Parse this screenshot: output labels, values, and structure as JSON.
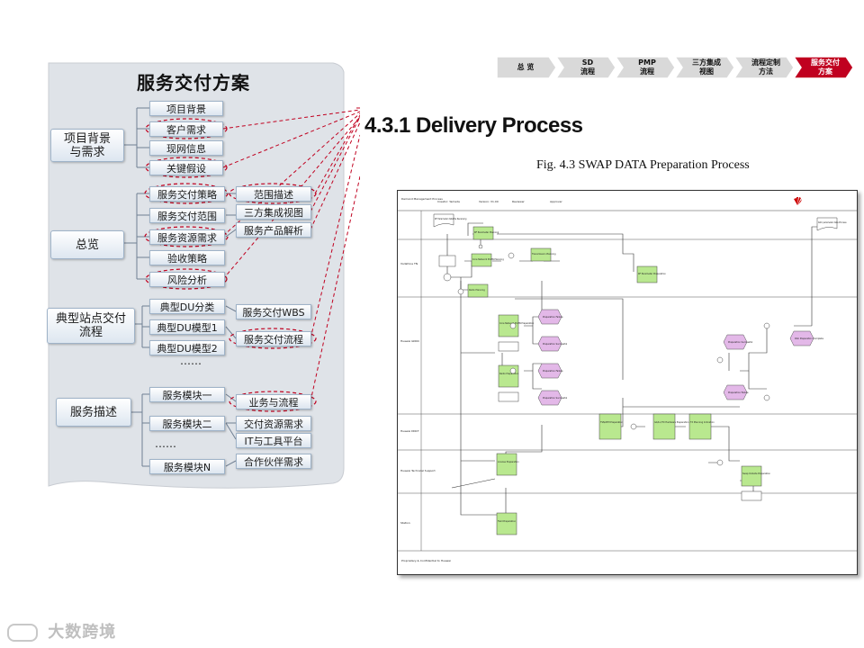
{
  "nav": {
    "tabs": [
      {
        "label": "总 览"
      },
      {
        "label": "SD\n流程"
      },
      {
        "label": "PMP\n流程"
      },
      {
        "label": "三方集成\n视图"
      },
      {
        "label": "流程定制\n方法"
      },
      {
        "label": "服务交付\n方案"
      }
    ],
    "active_index": 5,
    "colors": {
      "tab": "#d9d9d9",
      "active": "#c0001f"
    }
  },
  "panel": {
    "title": "服务交付方案",
    "groups": [
      {
        "label": "项目背景\n与需求",
        "items": [
          "项目背景",
          "客户需求",
          "现网信息",
          "关键假设"
        ]
      },
      {
        "label": "总览",
        "items": [
          "服务交付策略",
          "服务交付范围",
          "服务资源需求",
          "验收策略",
          "风险分析"
        ]
      },
      {
        "label": "典型站点交付\n流程",
        "items": [
          "典型DU分类",
          "典型DU模型1",
          "典型DU模型2"
        ],
        "more": "……"
      },
      {
        "label": "服务描述",
        "items": [
          "服务模块一",
          "服务模块二",
          "服务模块N"
        ],
        "more": "……"
      }
    ],
    "right_items": [
      "范围描述",
      "三方集成视图",
      "服务产品解析",
      "服务交付WBS",
      "服务交付流程",
      "业务与流程",
      "交付资源需求",
      "IT与工具平台",
      "合作伙伴需求"
    ]
  },
  "heading": "4.3.1 Delivery Process",
  "caption": "Fig. 4.3 SWAP DATA Preparation Process",
  "diagram": {
    "header": [
      "Demand Management Process",
      "Creator: Yamada",
      "Version: V1.00",
      "Reviewer",
      "Approver"
    ],
    "footer": "Proprietary & Confidential to Huawei",
    "lanes": [
      "Vodafone TN",
      "Huawei GNOC",
      "Huawei DNCT",
      "Huawei Technical Support",
      "Station"
    ],
    "boxes": [
      "RF Parameter Planning",
      "Transmission Planning",
      "Core Network PLMN Planning",
      "Radio Planning",
      "RF Parameter Preparation",
      "Core Network PLMN Preparation",
      "Radio Preparation",
      "TSN/ATM Preparation",
      "Iub/Iur/TX Hardware Preparation",
      "TX Planning Indication",
      "License Preparation",
      "Field Preparation",
      "Swap Outside Preparation"
    ],
    "events": [
      "Preparation Failure",
      "Preparation Successful",
      "Preparation Failure",
      "Preparation Successful",
      "Preparation Successful",
      "Preparation Failure",
      "DAC Preparation Complete"
    ],
    "top_note": "DAC parameter data Process",
    "start_note": "RF Parameter dataFile Receiving"
  },
  "watermark": "大数跨境"
}
